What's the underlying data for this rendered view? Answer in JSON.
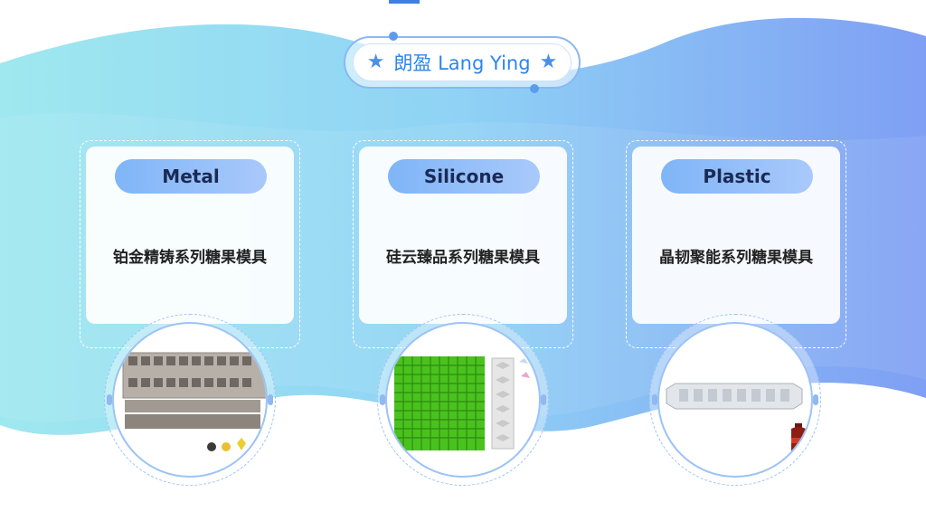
{
  "header": {
    "title": "朗盈 Lang Ying"
  },
  "icons": {
    "left": "star-icon",
    "right": "star-icon"
  },
  "colors": {
    "accent": "#2d86e8",
    "pill": "#8fbaf7",
    "text_dark": "#1a2a55"
  },
  "cards": [
    {
      "label": "Metal",
      "subtitle": "铂金精铸系列糖果模具",
      "image": "metal-mold-image"
    },
    {
      "label": "Silicone",
      "subtitle": "硅云臻品系列糖果模具",
      "image": "silicone-mold-image"
    },
    {
      "label": "Plastic",
      "subtitle": "晶韧聚能系列糖果模具",
      "image": "plastic-mold-image"
    }
  ]
}
